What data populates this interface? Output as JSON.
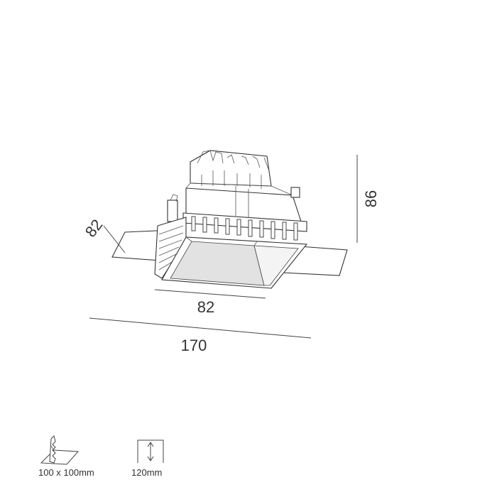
{
  "dimensions": {
    "depth": "82",
    "width_inner": "82",
    "width_overall": "170",
    "height": "86"
  },
  "legend": {
    "cutout_label": "100 x 100mm",
    "recess_label": "120mm"
  },
  "icons": {
    "cutout": "ceiling-cutout-icon",
    "recess": "recess-depth-icon"
  },
  "colors": {
    "line": "#444444",
    "shade": "#e2e2e2",
    "text": "#333333"
  }
}
